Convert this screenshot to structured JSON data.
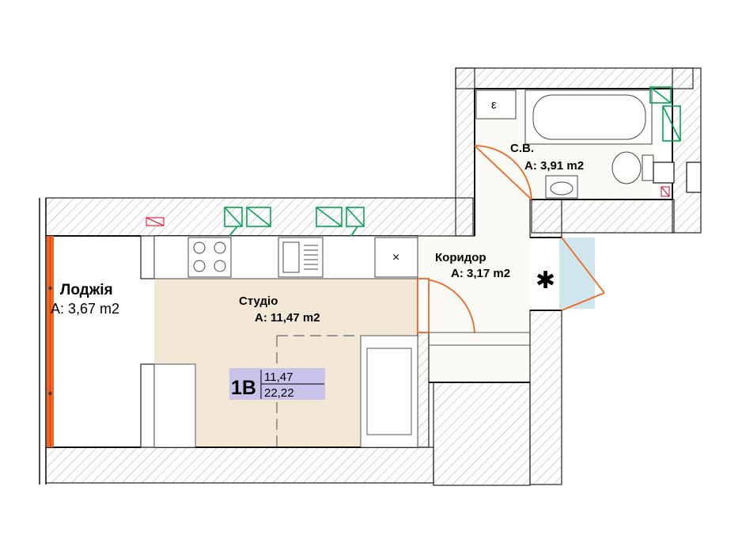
{
  "rooms": {
    "loggia": {
      "name": "Лоджія",
      "area": "А: 3,67 m2"
    },
    "studio": {
      "name": "Студіо",
      "area": "А: 11,47 m2"
    },
    "corridor": {
      "name": "Коридор",
      "area": "А: 3,17 m2"
    },
    "bathroom": {
      "name": "С.В.",
      "area": "А: 3,91 m2"
    }
  },
  "apartment": {
    "code": "1В",
    "living_area": "11,47",
    "total_area": "22,22"
  },
  "symbols": {
    "shaft_marker": "✱",
    "socket_glyph": "ε",
    "cross_glyph": "×"
  },
  "colors": {
    "studio_floor": "#f3e8d6",
    "corridor_floor": "#fcfaf5",
    "wall_hatch": "#aaaaaa",
    "loggia_glazing": "#f26522",
    "ventilation": "#00a650",
    "label_box": "#c9c3ec",
    "entry_glass": "#cfe6ec",
    "vent_marker": "#e0001b"
  }
}
